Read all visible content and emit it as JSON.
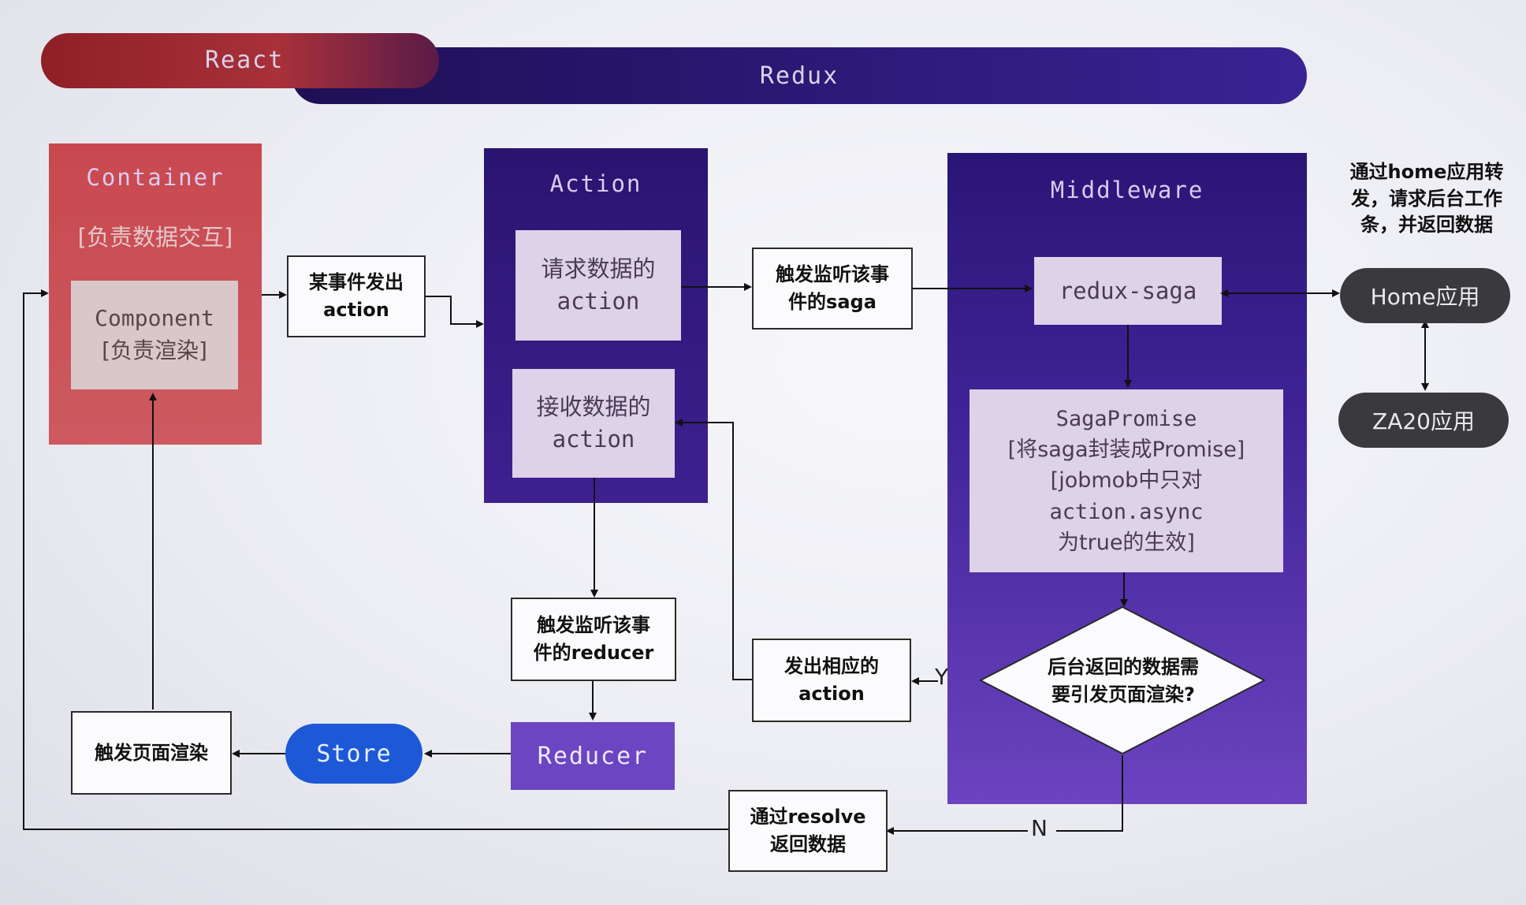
{
  "bars": {
    "react": "React",
    "redux": "Redux"
  },
  "container": {
    "title": "Container",
    "subtitle": "[负责数据交互]",
    "component_line1": "Component",
    "component_line2": "[负责渲染]"
  },
  "action": {
    "title": "Action",
    "request_line1": "请求数据的",
    "request_line2": "action",
    "receive_line1": "接收数据的",
    "receive_line2": "action"
  },
  "middleware": {
    "title": "Middleware",
    "redux_saga": "redux-saga",
    "saga_promise_lines": [
      "SagaPromise",
      "[将saga封装成Promise]",
      "[jobmob中只对",
      "action.async",
      "为true的生效]"
    ],
    "decision_line1": "后台返回的数据需",
    "decision_line2": "要引发页面渲染?"
  },
  "boxes": {
    "event_line1": "某事件发出",
    "event_line2": "action",
    "trigger_saga_line1": "触发监听该事",
    "trigger_saga_line2": "件的saga",
    "trigger_reducer_line1": "触发监听该事",
    "trigger_reducer_line2": "件的reducer",
    "emit_action_line1": "发出相应的",
    "emit_action_line2": "action",
    "render_trigger": "触发页面渲染",
    "resolve_line1": "通过resolve",
    "resolve_line2": "返回数据",
    "store": "Store",
    "reducer": "Reducer"
  },
  "external": {
    "note_lines": [
      "通过home应用转",
      "发，请求后台工作",
      "条，并返回数据"
    ],
    "home": "Home应用",
    "za20": "ZA20应用"
  },
  "labels": {
    "yes": "Y",
    "no": "N"
  }
}
